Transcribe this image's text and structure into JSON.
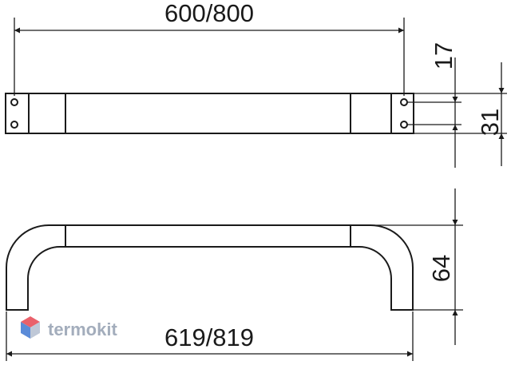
{
  "dimensions": {
    "top_length": "600/800",
    "bottom_length": "619/819",
    "hole_offset": "17",
    "bar_width": "31",
    "height": "64"
  },
  "watermark": {
    "text": "termokit"
  },
  "colors": {
    "line": "#1a1a1a",
    "watermark_text": "#9aa5b5",
    "watermark_red": "#e8505b",
    "watermark_blue": "#4a7fd4"
  }
}
